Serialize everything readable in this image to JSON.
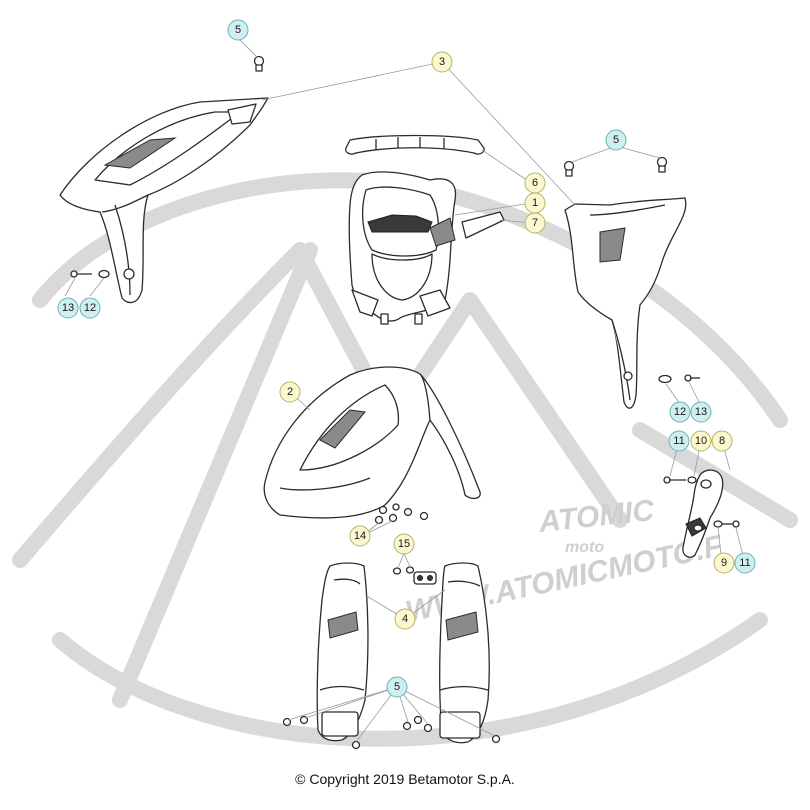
{
  "watermark": {
    "brand": "ATOMIC",
    "sub": "moto",
    "url": "WWW.ATOMICMOTO.F"
  },
  "callouts": [
    {
      "id": "c5a",
      "label": "5",
      "color": "blue"
    },
    {
      "id": "c3",
      "label": "3",
      "color": "yellow"
    },
    {
      "id": "c5b",
      "label": "5",
      "color": "blue"
    },
    {
      "id": "c6",
      "label": "6",
      "color": "yellow"
    },
    {
      "id": "c1",
      "label": "1",
      "color": "yellow"
    },
    {
      "id": "c7",
      "label": "7",
      "color": "yellow"
    },
    {
      "id": "c13a",
      "label": "13",
      "color": "blue"
    },
    {
      "id": "c12a",
      "label": "12",
      "color": "blue"
    },
    {
      "id": "c2",
      "label": "2",
      "color": "yellow"
    },
    {
      "id": "c12b",
      "label": "12",
      "color": "blue"
    },
    {
      "id": "c13b",
      "label": "13",
      "color": "blue"
    },
    {
      "id": "c11a",
      "label": "11",
      "color": "blue"
    },
    {
      "id": "c10",
      "label": "10",
      "color": "yellow"
    },
    {
      "id": "c8",
      "label": "8",
      "color": "yellow"
    },
    {
      "id": "c14",
      "label": "14",
      "color": "yellow"
    },
    {
      "id": "c15",
      "label": "15",
      "color": "yellow"
    },
    {
      "id": "c9",
      "label": "9",
      "color": "yellow"
    },
    {
      "id": "c11b",
      "label": "11",
      "color": "blue"
    },
    {
      "id": "c4",
      "label": "4",
      "color": "yellow"
    },
    {
      "id": "c5c",
      "label": "5",
      "color": "blue"
    }
  ],
  "colors": {
    "callout_yellow": "#fbf7cf",
    "callout_blue": "#cfeef0",
    "line": "#2b2b2b"
  },
  "copyright": "© Copyright 2019 Betamotor S.p.A."
}
